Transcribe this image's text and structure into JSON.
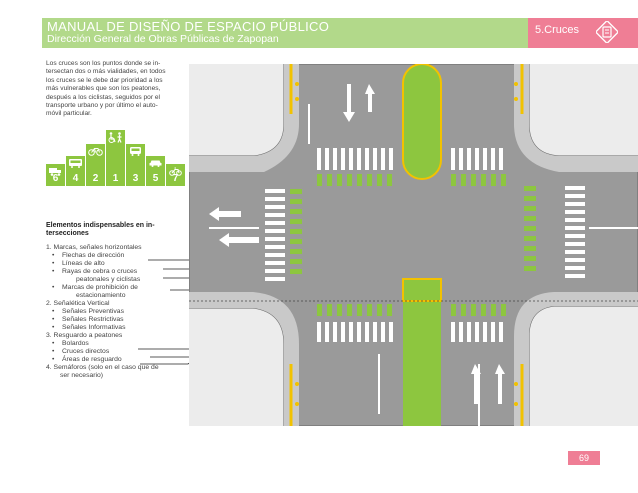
{
  "header": {
    "title": "MANUAL DE DISEÑO DE ESPACIO PÚBLICO",
    "subtitle": "Dirección General de Obras Públicas de Zapopan",
    "section": "5.Cruces",
    "colors": {
      "green": "#b2d98a",
      "pink": "#ef7e95"
    }
  },
  "intro": {
    "lines": [
      "Los cruces son los puntos donde se in-",
      "tersectan dos o más vialidades, en todos",
      "los cruces se le debe dar prioridad a los",
      "más vulnerables que son los peatones,",
      "después a los ciclistas, seguidos por el",
      "transporte urbano y por último el auto-",
      "móvil particular."
    ]
  },
  "pyramid": {
    "numbers": [
      "6",
      "4",
      "2",
      "1",
      "3",
      "5",
      "7"
    ],
    "icons": [
      "truck-icon",
      "bus-icon",
      "bicycle-icon",
      "wheelchair-icon",
      "pedestrian-icon",
      "car-icon",
      "motorcycle-icon"
    ],
    "color": "#8dc63f"
  },
  "elements": {
    "title_line1": "Elementos indispensables en in-",
    "title_line2": "tersecciones",
    "items": [
      {
        "type": "item",
        "text": "1.   Marcas, señales horizontales"
      },
      {
        "type": "sub",
        "text": "Flechas de dirección"
      },
      {
        "type": "sub",
        "text": "Líneas de alto"
      },
      {
        "type": "sub",
        "text": "Rayas de cebra o cruces"
      },
      {
        "type": "cont",
        "text": "peatonales y ciclistas"
      },
      {
        "type": "sub",
        "text": "Marcas de prohibición de"
      },
      {
        "type": "cont",
        "text": "estacionamiento"
      },
      {
        "type": "item",
        "text": "2.   Señalética Vertical"
      },
      {
        "type": "sub",
        "text": "Señales Preventivas"
      },
      {
        "type": "sub",
        "text": "Señales Restrictivas"
      },
      {
        "type": "sub",
        "text": "Señales Informativas"
      },
      {
        "type": "item",
        "text": "3.   Resguardo a peatones"
      },
      {
        "type": "sub",
        "text": "Bolardos"
      },
      {
        "type": "sub",
        "text": "Cruces directos"
      },
      {
        "type": "sub",
        "text": "Áreas de resguardo"
      },
      {
        "type": "item",
        "text": "4.   Semáforos (solo en el caso que de"
      },
      {
        "type": "cont",
        "text": "ser necesario)"
      }
    ]
  },
  "page": {
    "number": "69"
  }
}
